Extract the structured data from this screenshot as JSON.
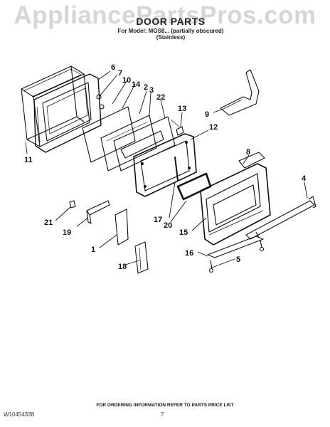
{
  "watermark": "AppliancePartsPros.com",
  "header": {
    "title": "DOOR PARTS",
    "model_line": "For Model: MGS8... (partially obscured)",
    "finish": "(Stainless)"
  },
  "callouts": [
    "1",
    "2",
    "3",
    "4",
    "5",
    "6",
    "7",
    "8",
    "9",
    "10",
    "11",
    "12",
    "13",
    "14",
    "15",
    "16",
    "17",
    "18",
    "19",
    "20",
    "21",
    "22"
  ],
  "footer": {
    "note": "FOR ORDERING INFORMATION REFER TO PARTS PRICE LIST",
    "doc_number": "W10454338",
    "page_number": "7"
  }
}
